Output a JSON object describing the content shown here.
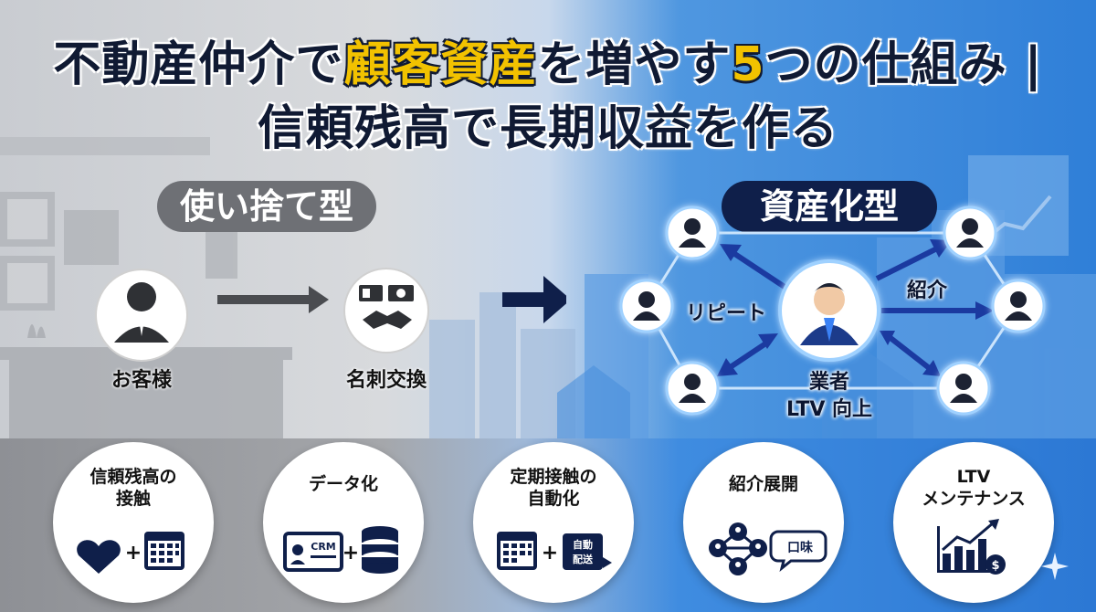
{
  "title": {
    "line1_a": "不動産仲介で",
    "line1_hl": "顧客資産",
    "line1_b": "を増やす",
    "line1_hl2": "5",
    "line1_c": "つの仕組み |",
    "line2": "信頼残高で長期収益を作る"
  },
  "left_section": {
    "label": "使い捨て型",
    "customer": "お客様",
    "exchange": "名刺交換"
  },
  "right_section": {
    "label": "資産化型",
    "repeat": "リピート",
    "referral": "紹介",
    "agent_line1": "業者",
    "agent_line2": "LTV 向上"
  },
  "mechanisms": [
    {
      "line1": "信頼残高の",
      "line2": "接触"
    },
    {
      "line1": "データ化",
      "line2": "",
      "card_text": "CRM"
    },
    {
      "line1": "定期接触の",
      "line2": "自動化",
      "box_text_1": "自動",
      "box_text_2": "配送"
    },
    {
      "line1": "紹介展開",
      "line2": "",
      "bubble_text": "口味"
    },
    {
      "line1": "LTV",
      "line2": "メンテナンス",
      "coin_text": "$"
    }
  ],
  "colors": {
    "navy": "#101a33",
    "highlight": "#f2c200",
    "blue": "#2f7fd8",
    "gray_pill": "#6e7075"
  }
}
